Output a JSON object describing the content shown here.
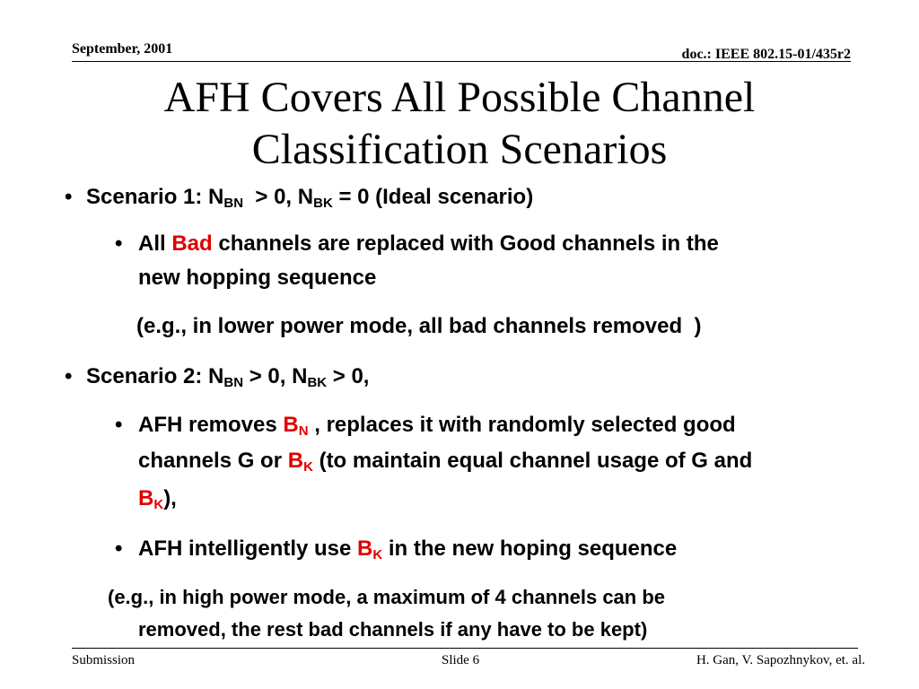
{
  "header": {
    "date": "September, 2001",
    "doc_id": "doc.: IEEE 802.15-01/435r2"
  },
  "slide": {
    "title_line1": "AFH Covers All Possible Channel",
    "title_line2": "Classification Scenarios",
    "bullets": {
      "s1": {
        "pre": "Scenario 1: N",
        "sub1": "BN",
        "mid": "  > 0, N",
        "sub2": "BK",
        "post": " = 0 (Ideal scenario)"
      },
      "s1a": {
        "pre": "All ",
        "red": "Bad",
        "post": " channels are replaced with Good channels in the",
        "line2": "new hopping sequence"
      },
      "s1note": "(e.g., in lower power mode, all bad channels removed  )",
      "s2": {
        "pre": "Scenario 2: N",
        "sub1": "BN",
        "mid": " > 0, N",
        "sub2": "BK",
        "post": " > 0,"
      },
      "s2a": {
        "pre": "AFH removes ",
        "red1": "B",
        "red1sub": "N",
        "mid": " , replaces it with randomly selected good",
        "l2pre": "channels G or ",
        "red2": "B",
        "red2sub": "K",
        "l2post": " (to maintain equal channel usage of G and",
        "red3": "B",
        "red3sub": "K",
        "l3post": "),"
      },
      "s2b": {
        "pre": "AFH intelligently use ",
        "red": "B",
        "redsub": "K",
        "post": " in the new hoping sequence"
      },
      "s2note": {
        "line1": "(e.g., in high power mode, a maximum of 4 channels can be",
        "line2": "removed, the rest bad channels if any have to be kept)"
      }
    }
  },
  "footer": {
    "left": "Submission",
    "center": "Slide 6",
    "right": "H. Gan, V. Sapozhnykov, et. al."
  },
  "colors": {
    "highlight": "#e00000",
    "text": "#000000"
  }
}
